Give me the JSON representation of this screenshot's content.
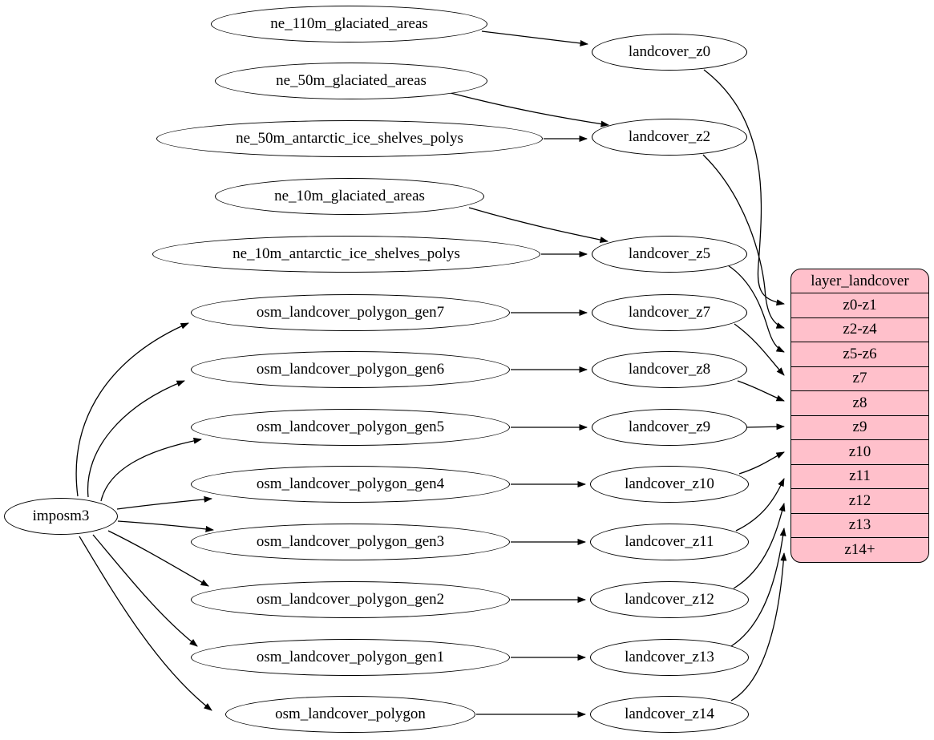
{
  "diagram": {
    "importer_label": "imposm3",
    "source_tables": [
      "ne_110m_glaciated_areas",
      "ne_50m_glaciated_areas",
      "ne_50m_antarctic_ice_shelves_polys",
      "ne_10m_glaciated_areas",
      "ne_10m_antarctic_ice_shelves_polys",
      "osm_landcover_polygon_gen7",
      "osm_landcover_polygon_gen6",
      "osm_landcover_polygon_gen5",
      "osm_landcover_polygon_gen4",
      "osm_landcover_polygon_gen3",
      "osm_landcover_polygon_gen2",
      "osm_landcover_polygon_gen1",
      "osm_landcover_polygon"
    ],
    "generalized_tables": [
      "landcover_z0",
      "landcover_z2",
      "landcover_z5",
      "landcover_z7",
      "landcover_z8",
      "landcover_z9",
      "landcover_z10",
      "landcover_z11",
      "landcover_z12",
      "landcover_z13",
      "landcover_z14"
    ],
    "layer_table": {
      "title": "layer_landcover",
      "rows": [
        "z0-z1",
        "z2-z4",
        "z5-z6",
        "z7",
        "z8",
        "z9",
        "z10",
        "z11",
        "z12",
        "z13",
        "z14+"
      ]
    },
    "edges": [
      {
        "from": "ne_110m_glaciated_areas",
        "to": "landcover_z0"
      },
      {
        "from": "ne_50m_glaciated_areas",
        "to": "landcover_z2"
      },
      {
        "from": "ne_50m_antarctic_ice_shelves_polys",
        "to": "landcover_z2"
      },
      {
        "from": "ne_10m_glaciated_areas",
        "to": "landcover_z5"
      },
      {
        "from": "ne_10m_antarctic_ice_shelves_polys",
        "to": "landcover_z5"
      },
      {
        "from": "osm_landcover_polygon_gen7",
        "to": "landcover_z7"
      },
      {
        "from": "osm_landcover_polygon_gen6",
        "to": "landcover_z8"
      },
      {
        "from": "osm_landcover_polygon_gen5",
        "to": "landcover_z9"
      },
      {
        "from": "osm_landcover_polygon_gen4",
        "to": "landcover_z10"
      },
      {
        "from": "osm_landcover_polygon_gen3",
        "to": "landcover_z11"
      },
      {
        "from": "osm_landcover_polygon_gen2",
        "to": "landcover_z12"
      },
      {
        "from": "osm_landcover_polygon_gen1",
        "to": "landcover_z13"
      },
      {
        "from": "osm_landcover_polygon",
        "to": "landcover_z14"
      },
      {
        "from": "imposm3",
        "to": "osm_landcover_polygon_gen7"
      },
      {
        "from": "imposm3",
        "to": "osm_landcover_polygon_gen6"
      },
      {
        "from": "imposm3",
        "to": "osm_landcover_polygon_gen5"
      },
      {
        "from": "imposm3",
        "to": "osm_landcover_polygon_gen4"
      },
      {
        "from": "imposm3",
        "to": "osm_landcover_polygon_gen3"
      },
      {
        "from": "imposm3",
        "to": "osm_landcover_polygon_gen2"
      },
      {
        "from": "imposm3",
        "to": "osm_landcover_polygon_gen1"
      },
      {
        "from": "imposm3",
        "to": "osm_landcover_polygon"
      },
      {
        "from": "landcover_z0",
        "to": "z0-z1"
      },
      {
        "from": "landcover_z2",
        "to": "z2-z4"
      },
      {
        "from": "landcover_z5",
        "to": "z5-z6"
      },
      {
        "from": "landcover_z7",
        "to": "z7"
      },
      {
        "from": "landcover_z8",
        "to": "z8"
      },
      {
        "from": "landcover_z9",
        "to": "z9"
      },
      {
        "from": "landcover_z10",
        "to": "z10"
      },
      {
        "from": "landcover_z11",
        "to": "z11"
      },
      {
        "from": "landcover_z12",
        "to": "z12"
      },
      {
        "from": "landcover_z13",
        "to": "z13"
      },
      {
        "from": "landcover_z14",
        "to": "z14+"
      }
    ],
    "colors": {
      "table_fill": "#ffc0cb",
      "stroke": "#000000",
      "background": "#ffffff"
    }
  }
}
